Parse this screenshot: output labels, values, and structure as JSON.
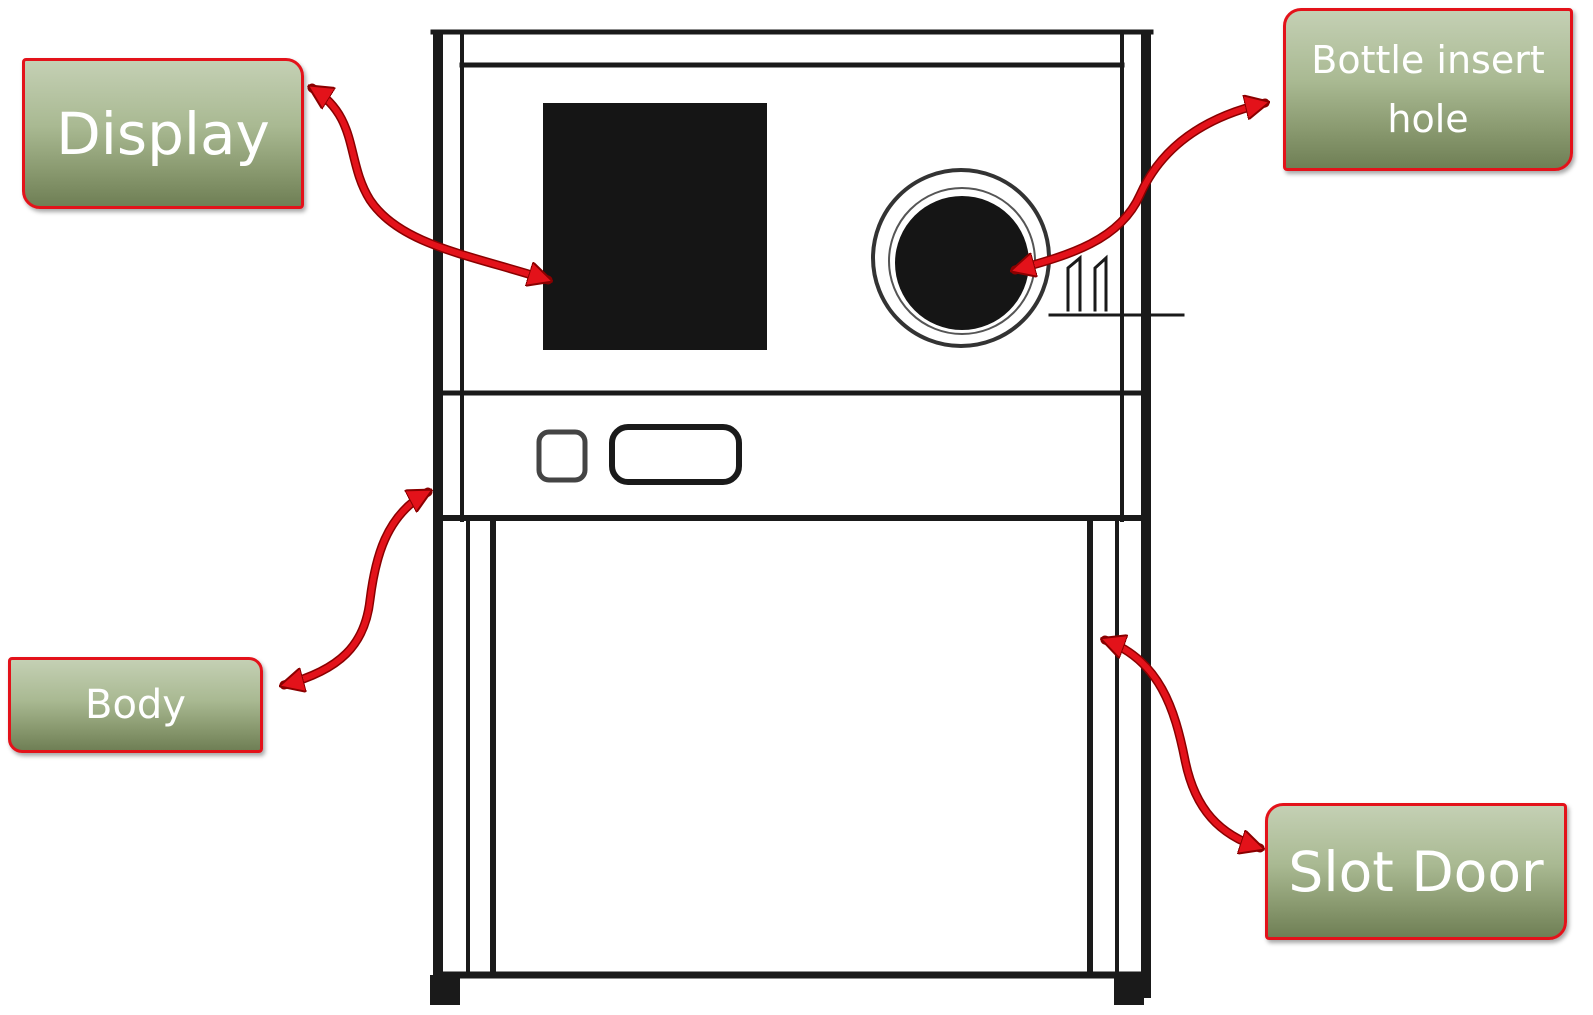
{
  "labels": {
    "display": "Display",
    "bottle_insert_hole": "Bottle insert hole",
    "body": "Body",
    "slot_door": "Slot Door"
  },
  "colors": {
    "callout_border": "#e3121a",
    "callout_fill": "#a9b992",
    "arrow": "#e3121a",
    "machine_line": "#1a1a1a"
  }
}
